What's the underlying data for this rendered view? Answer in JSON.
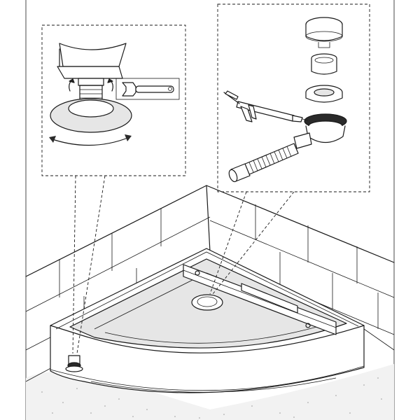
{
  "figure": {
    "kind": "shower-tray-installation-diagram",
    "colors": {
      "line": "#1a1a1a",
      "background": "#ffffff",
      "shade": "#e6e6e6",
      "dark": "#2a2a2a"
    },
    "callouts": [
      {
        "id": "leg-adjustment",
        "icons": [
          "adjustable-foot-icon",
          "wrench-icon",
          "rotate-arrows-icon"
        ]
      },
      {
        "id": "drain-assembly",
        "icons": [
          "drain-cap-icon",
          "drain-sleeve-icon",
          "drain-flange-icon",
          "caulking-gun-icon",
          "drain-body-icon",
          "flexible-hose-icon"
        ]
      }
    ],
    "main_parts": [
      "quadrant-shower-tray-icon",
      "tiled-wall-icon",
      "floor-icon",
      "support-frame-icon",
      "adjustable-foot-icon",
      "drain-hole-icon"
    ]
  }
}
